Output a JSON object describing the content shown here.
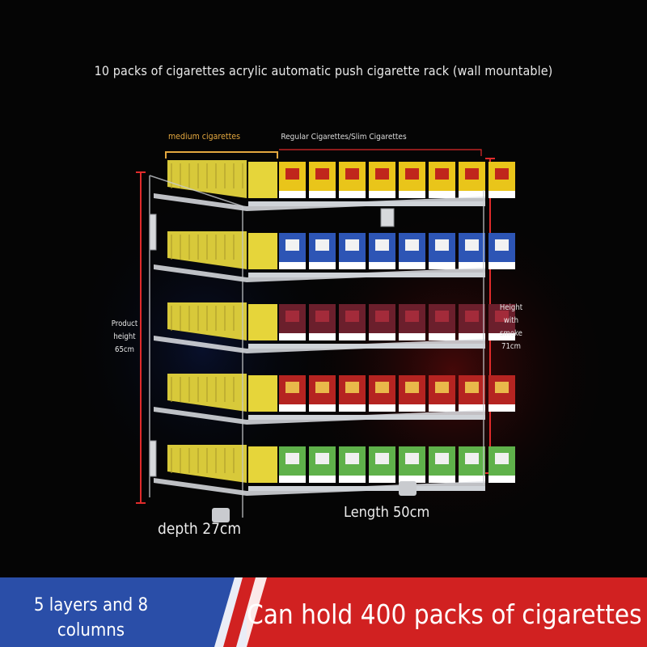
{
  "title": "10 packs of cigarettes acrylic automatic push cigarette rack (wall mountable)",
  "labels": {
    "medium": "medium cigarettes",
    "regular": "Regular Cigarettes/Slim Cigarettes",
    "product_height": "Product height 65cm",
    "height_with_smoke": "Height with smoke 71cm",
    "depth": "depth 27cm",
    "length": "Length 50cm"
  },
  "banner": {
    "layers": "5 layers and 8 columns",
    "capacity": "Can hold 400 packs of cigarettes"
  },
  "rack": {
    "layers": 5,
    "columns": 8,
    "layer_colors": [
      {
        "pack": "#e9c51a",
        "band": "#c0261c"
      },
      {
        "pack": "#2d55b5",
        "band": "#f2f2f2"
      },
      {
        "pack": "#6b1f2c",
        "band": "#a32b3a"
      },
      {
        "pack": "#b52421",
        "band": "#e9b84a"
      },
      {
        "pack": "#5fb14a",
        "band": "#f0f0f0"
      }
    ],
    "side_pack_color": "#d8c93a"
  },
  "colors": {
    "banner_blue": "#2a4ea8",
    "banner_red": "#d12121",
    "dimension_line": "#e02b2b",
    "medium_label": "#e3a73f"
  }
}
